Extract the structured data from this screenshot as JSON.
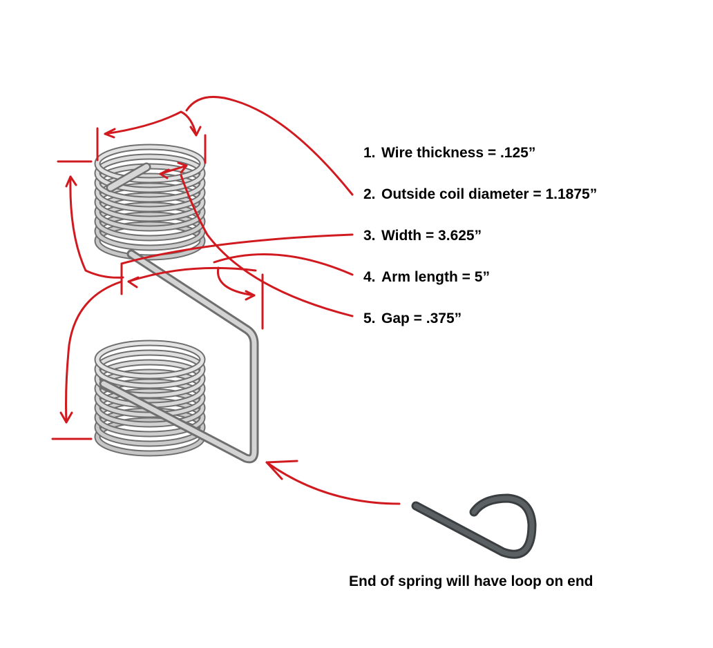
{
  "specs": [
    {
      "number": "1.",
      "label": "Wire thickness = .125”"
    },
    {
      "number": "2.",
      "label": "Outside coil diameter = 1.1875”"
    },
    {
      "number": "3.",
      "label": "Width = 3.625”"
    },
    {
      "number": "4.",
      "label": "Arm length = 5”"
    },
    {
      "number": "5.",
      "label": "Gap = .375”"
    }
  ],
  "caption": "End of spring will have loop on end",
  "colors": {
    "annotation": "#d11a1f",
    "spring_wire": "#9c9c9c",
    "spring_highlight": "#e6e6e6",
    "spring_shadow": "#6f6f6f",
    "loop_wire": "#4d5254",
    "text": "#000000"
  }
}
